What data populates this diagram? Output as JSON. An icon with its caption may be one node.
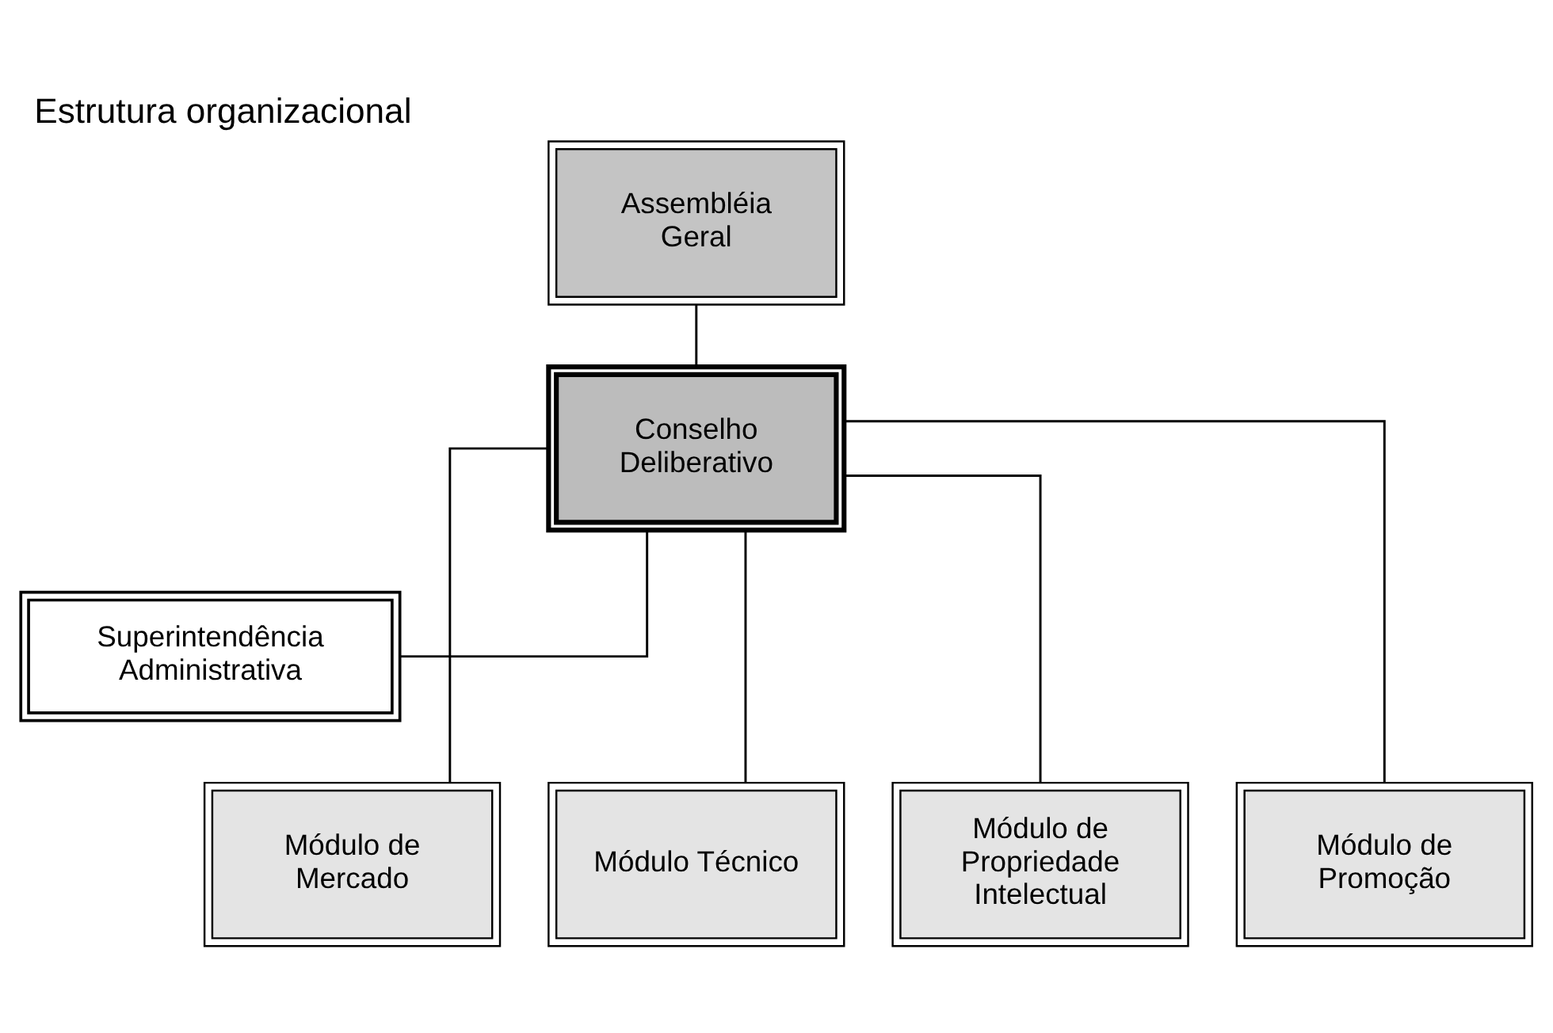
{
  "diagram": {
    "title": "Estrutura organizacional",
    "nodes": [
      {
        "text": [
          "Assembléia Geral"
        ]
      },
      {
        "text": [
          "Conselho Deliberativo"
        ]
      },
      {
        "text": [
          "Superintendência Administrativa"
        ]
      },
      {
        "text": [
          "Módulo de Mercado"
        ]
      },
      {
        "text": [
          "Módulo Técnico"
        ]
      },
      {
        "text": [
          "Módulo de Propriedade Intelectual"
        ]
      },
      {
        "text": [
          "Módulo de Promoção"
        ]
      }
    ],
    "edges": [
      {
        "from": 0,
        "to": 1,
        "arrow": "none"
      },
      {
        "from": 1,
        "to": 2,
        "arrow": "none"
      },
      {
        "from": 1,
        "to": 3,
        "arrow": "none"
      },
      {
        "from": 1,
        "to": 4,
        "arrow": "none"
      },
      {
        "from": 1,
        "to": 5,
        "arrow": "none"
      },
      {
        "from": 1,
        "to": 6,
        "arrow": "none"
      }
    ]
  }
}
